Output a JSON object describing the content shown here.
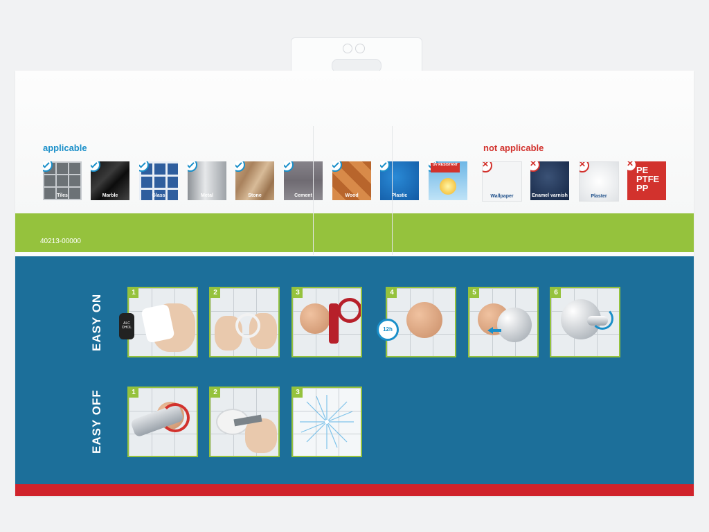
{
  "applicable": {
    "label": "applicable",
    "materials": [
      "Tiles",
      "Marble",
      "Glass",
      "Metal",
      "Stone",
      "Cement",
      "Wood",
      "Plastic"
    ],
    "uv_badge": "UV RESISTANT"
  },
  "not_applicable": {
    "label": "not applicable",
    "materials": [
      "Wallpaper",
      "Enamel varnish",
      "Plaster"
    ],
    "plastics": [
      "PE",
      "PTFE",
      "PP"
    ]
  },
  "product_code": "40213-00000",
  "easy_on": {
    "title": "EASY ON",
    "steps": [
      "1",
      "2",
      "3",
      "4",
      "5",
      "6"
    ],
    "bottle_label": "ALC OHOL",
    "wait_label": "12h"
  },
  "easy_off": {
    "title": "EASY OFF",
    "steps": [
      "1",
      "2",
      "3"
    ]
  },
  "colors": {
    "green_band": "#95c23d",
    "blue_panel": "#1c6f9a",
    "red_stripe": "#d0232b",
    "applicable_text": "#1a8fc9",
    "not_applicable_text": "#d2322d"
  }
}
